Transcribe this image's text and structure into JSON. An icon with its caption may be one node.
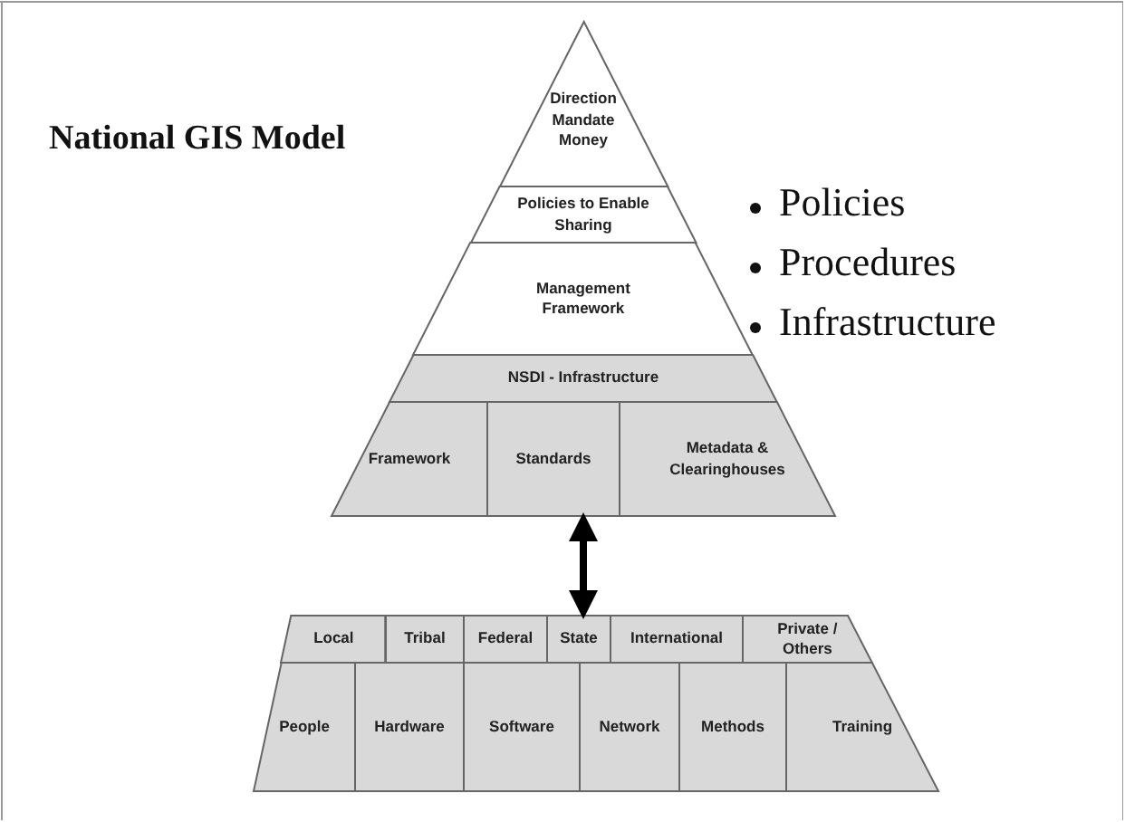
{
  "diagram": {
    "title": "National GIS Model",
    "nodes": [
      {
        "text": [
          "Direction Mandate Money"
        ]
      },
      {
        "text": [
          "Policies to Enable Sharing"
        ]
      },
      {
        "text": [
          "Management Framework"
        ]
      },
      {
        "text": [
          "NSDI - Infrastructure"
        ]
      },
      {
        "text": [
          "Framework"
        ]
      },
      {
        "text": [
          "Standards"
        ]
      },
      {
        "text": [
          "Metadata & Clearinghouses"
        ]
      },
      {
        "text": [
          "Local"
        ]
      },
      {
        "text": [
          "Tribal"
        ]
      },
      {
        "text": [
          "Federal"
        ]
      },
      {
        "text": [
          "State"
        ]
      },
      {
        "text": [
          "International"
        ]
      },
      {
        "text": [
          "Private / Others"
        ]
      },
      {
        "text": [
          "People"
        ]
      },
      {
        "text": [
          "Hardware"
        ]
      },
      {
        "text": [
          "Software"
        ]
      },
      {
        "text": [
          "Network"
        ]
      },
      {
        "text": [
          "Methods"
        ]
      },
      {
        "text": [
          "Training"
        ]
      }
    ],
    "edges": [
      {
        "from": 5,
        "to": 10,
        "arrow": "both"
      }
    ],
    "labels": [
      "Policies",
      "Procedures",
      "Infrastructure"
    ]
  }
}
